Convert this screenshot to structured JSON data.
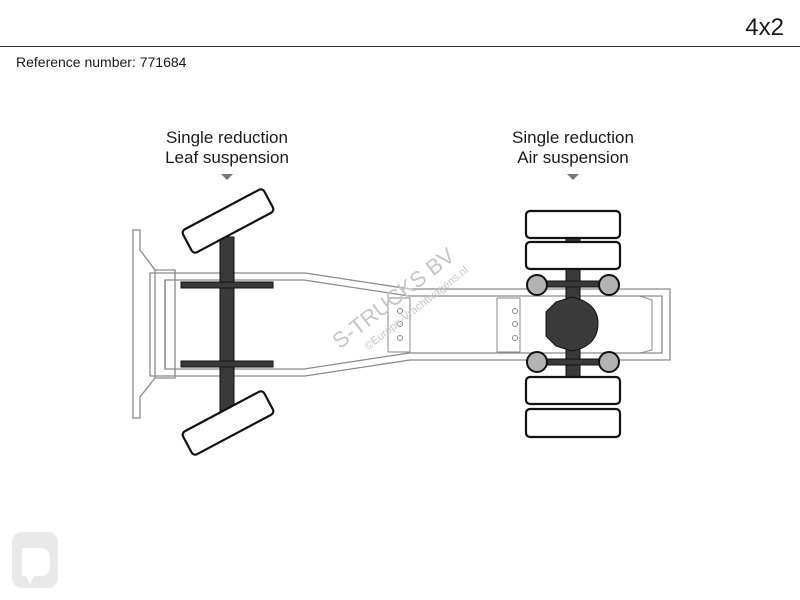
{
  "header": {
    "axle_configuration": "4x2",
    "reference": "Reference number: 771684"
  },
  "axles": [
    {
      "reduction": "Single reduction",
      "suspension": "Leaf suspension"
    },
    {
      "reduction": "Single reduction",
      "suspension": "Air suspension"
    }
  ],
  "watermark": {
    "brand": "S-TRUCKS BV",
    "site": "©Europe-Vrachtwagens.nl"
  },
  "colors": {
    "outline": "#8a8a8a",
    "dark": "#3a3a3a",
    "hub": "#b3b3b3",
    "watermark": "#c6c6c6"
  }
}
